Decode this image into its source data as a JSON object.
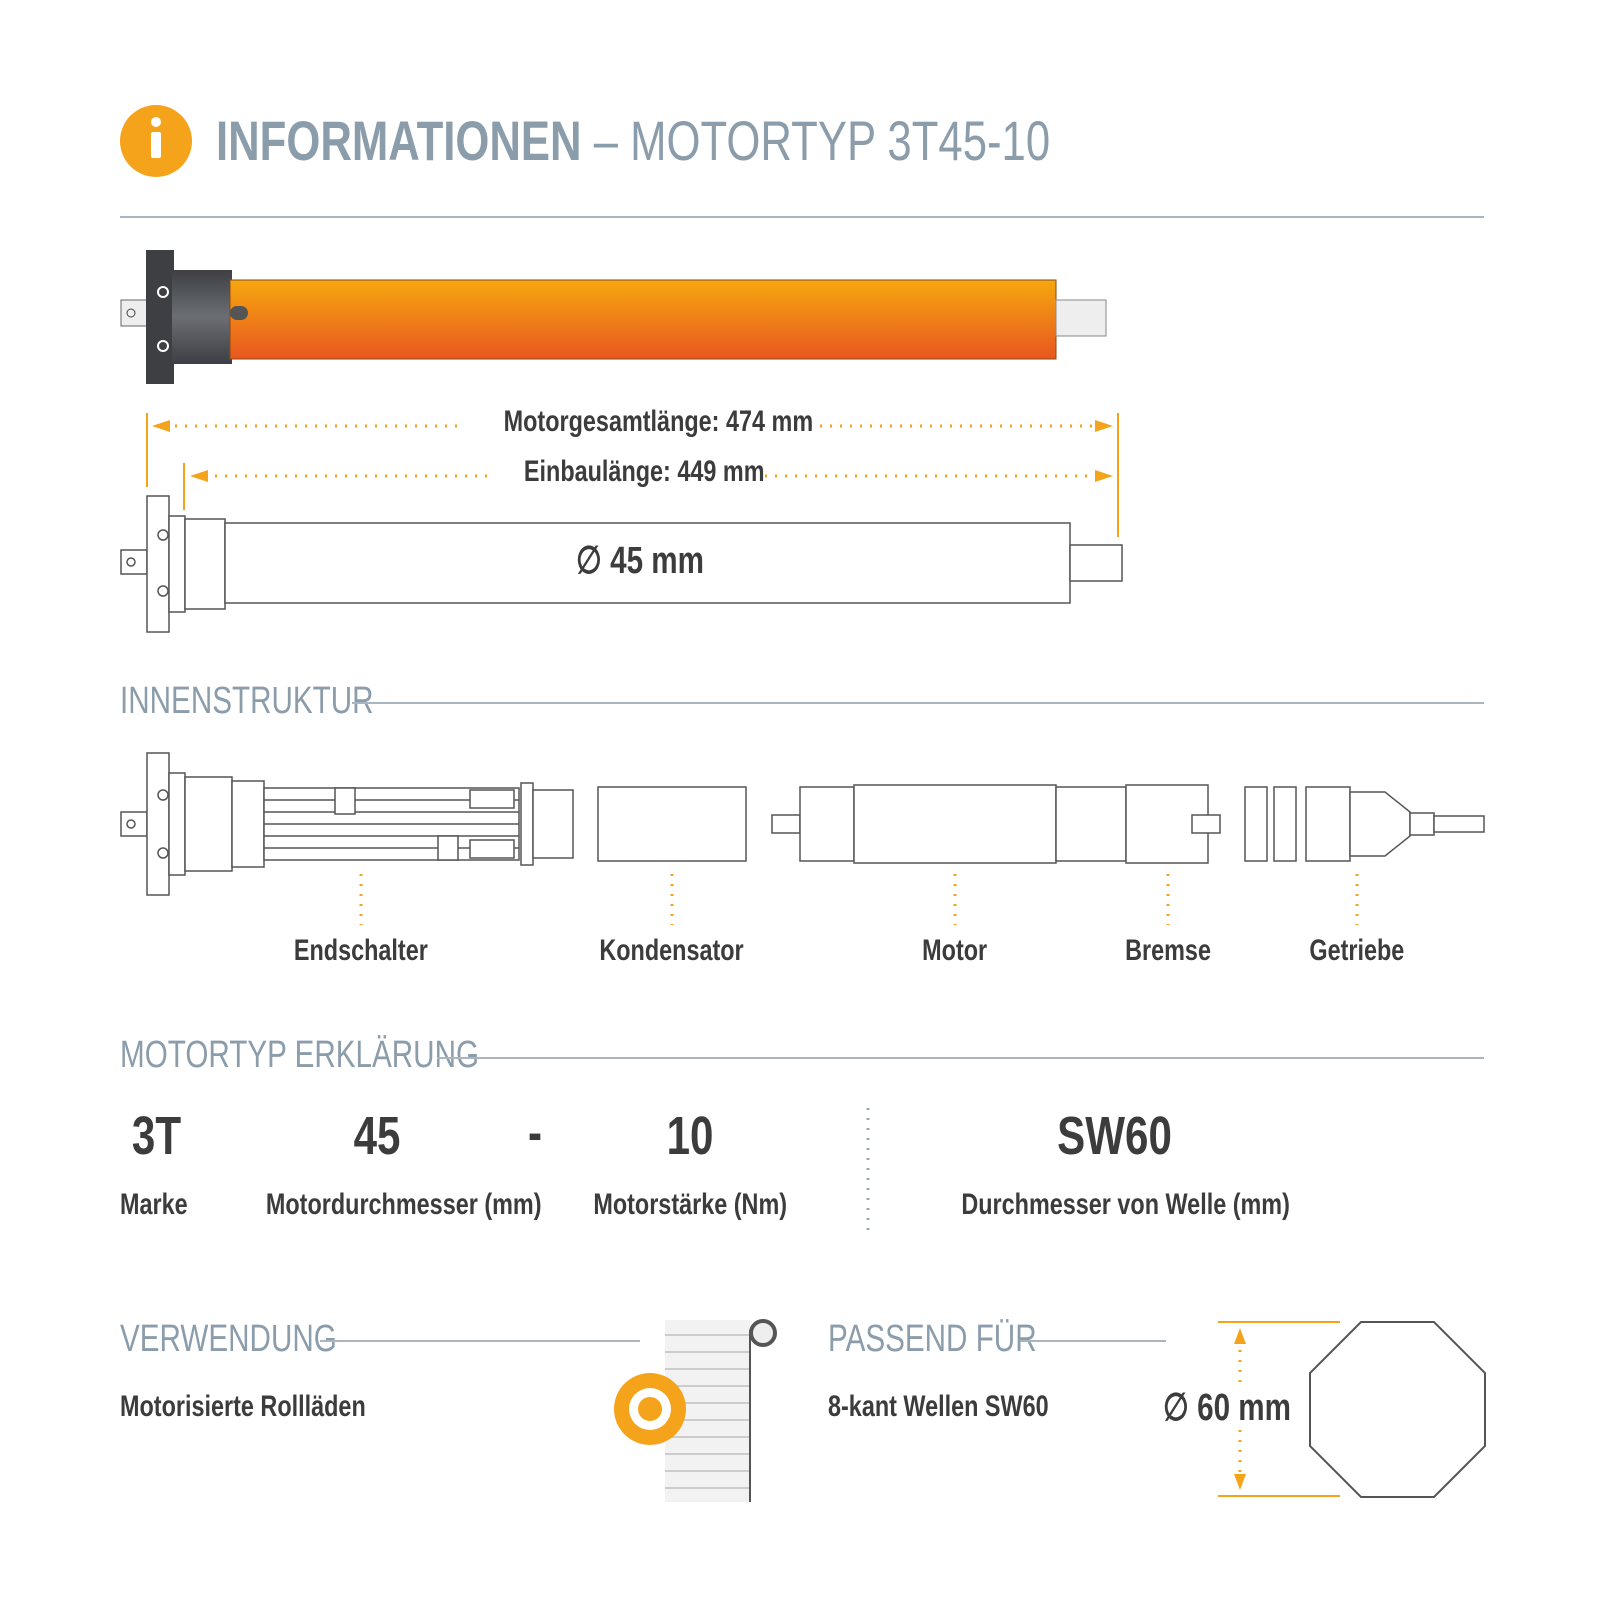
{
  "header": {
    "title_bold": "INFORMATIONEN",
    "title_rest": " – MOTORTYP 3T45-10",
    "icon": "info-icon"
  },
  "dimensions": {
    "total_length": "Motorgesamtlänge: 474 mm",
    "install_length": "Einbaulänge: 449 mm",
    "diameter": "∅ 45 mm"
  },
  "innenstruktur": {
    "title": "INNENSTRUKTUR",
    "parts": [
      "Endschalter",
      "Kondensator",
      "Motor",
      "Bremse",
      "Getriebe"
    ]
  },
  "erklaerung": {
    "title": "MOTORTYP ERKLÄRUNG",
    "codes": [
      {
        "value": "3T",
        "label": "Marke"
      },
      {
        "value": "45",
        "label": "Motordurchmesser (mm)"
      },
      {
        "value": "-",
        "label": ""
      },
      {
        "value": "10",
        "label": "Motorstärke (Nm)"
      },
      {
        "value": "SW60",
        "label": "Durchmesser von Welle (mm)"
      }
    ]
  },
  "verwendung": {
    "title": "VERWENDUNG",
    "text": "Motorisierte Rollläden",
    "icon": "sun-icon"
  },
  "passend": {
    "title": "PASSEND FÜR",
    "text": "8-kant Wellen SW60",
    "diameter": "∅ 60 mm",
    "icon": "octagon-shaft-icon"
  },
  "colors": {
    "accent": "#f5a31a",
    "heading": "#8b9cab",
    "text": "#3c3c3c"
  }
}
